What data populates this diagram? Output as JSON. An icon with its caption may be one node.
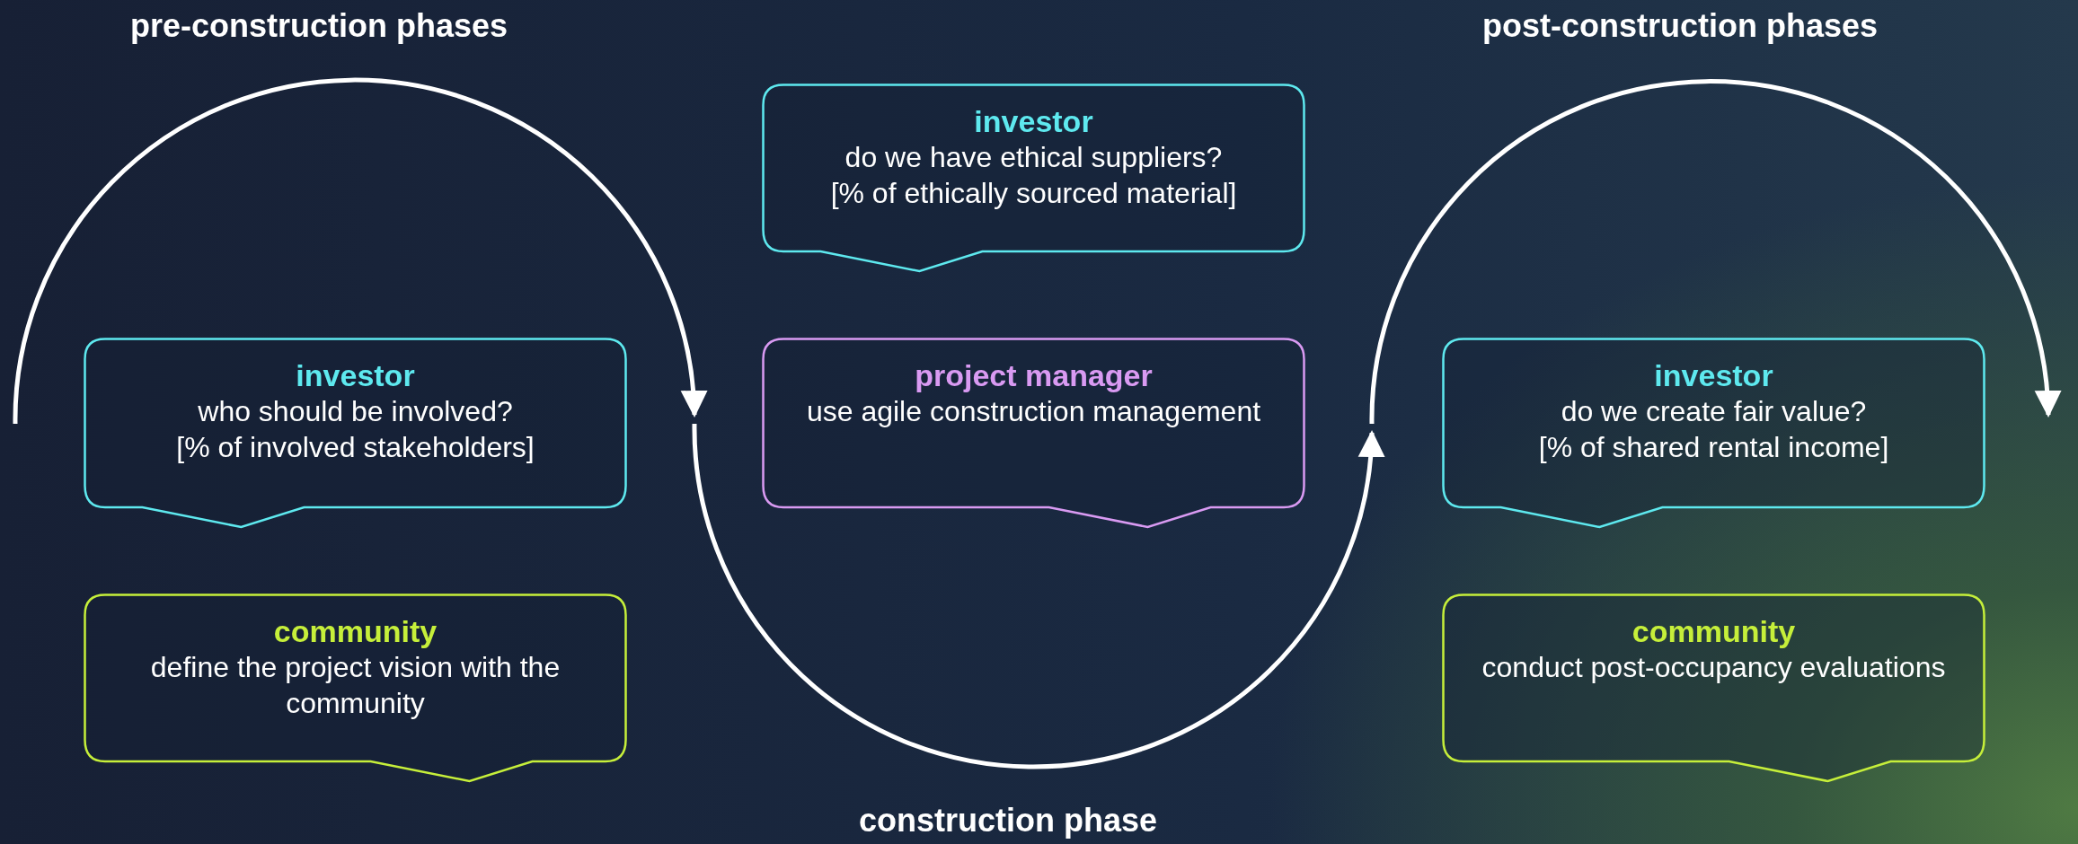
{
  "diagram": {
    "nodes": [
      {
        "text": [
          "investor",
          "do we have ethical suppliers?",
          "[% of ethically sourced material]"
        ]
      },
      {
        "text": [
          "investor",
          "who should be involved?",
          "[% of involved stakeholders]"
        ]
      },
      {
        "text": [
          "project manager",
          "use agile construction management"
        ]
      },
      {
        "text": [
          "investor",
          "do we create fair value?",
          "[% of shared rental income]"
        ]
      },
      {
        "text": [
          "community",
          "define the project vision with the community"
        ]
      },
      {
        "text": [
          "community",
          "conduct post-occupancy evaluations"
        ]
      }
    ],
    "labels": [
      "pre-construction phases",
      "post-construction phases",
      "construction phase"
    ]
  }
}
